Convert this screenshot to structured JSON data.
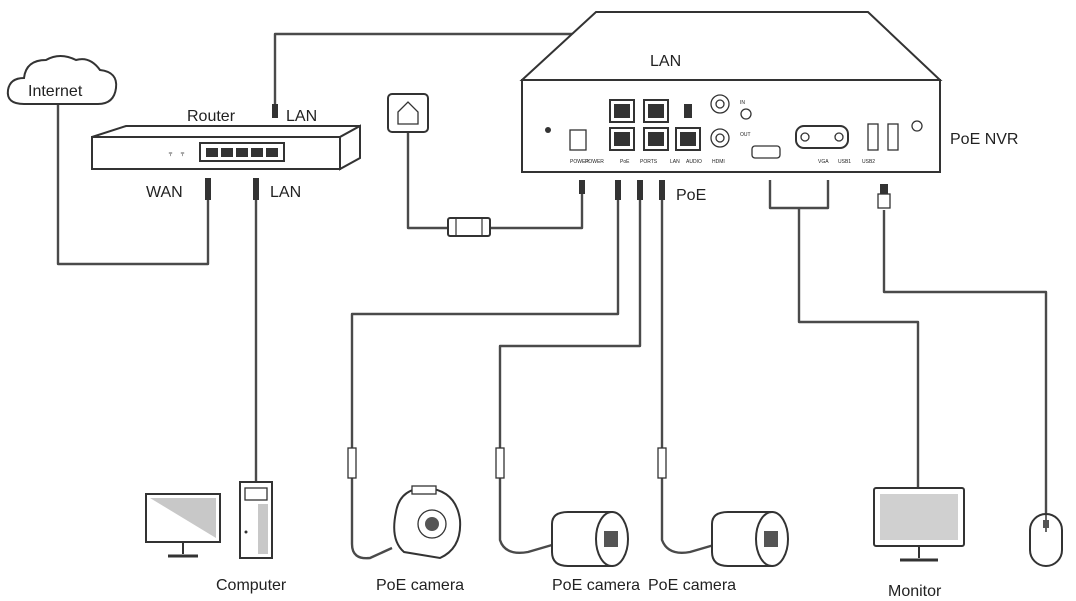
{
  "labels": {
    "internet": "Internet",
    "router": "Router",
    "lan_top": "LAN",
    "lan_nvr": "LAN",
    "wan": "WAN",
    "lan_bottom": "LAN",
    "poe": "PoE",
    "poe_nvr": "PoE NVR",
    "computer": "Computer",
    "poe_camera_1": "PoE camera",
    "poe_camera_2": "PoE camera",
    "poe_camera_3": "PoE camera",
    "monitor": "Monitor"
  },
  "nvr_port_labels": {
    "power": "POWER",
    "power2": "POWER",
    "poe": "PoE",
    "ports": "PORTS",
    "lan": "LAN",
    "audio": "AUDIO",
    "hdmi": "HDMI",
    "vga": "VGA",
    "usb1": "USB1",
    "usb2": "USB2",
    "in": "IN",
    "out": "OUT"
  },
  "router_led_labels": {
    "led_a": "〒",
    "led_b": "〒"
  }
}
